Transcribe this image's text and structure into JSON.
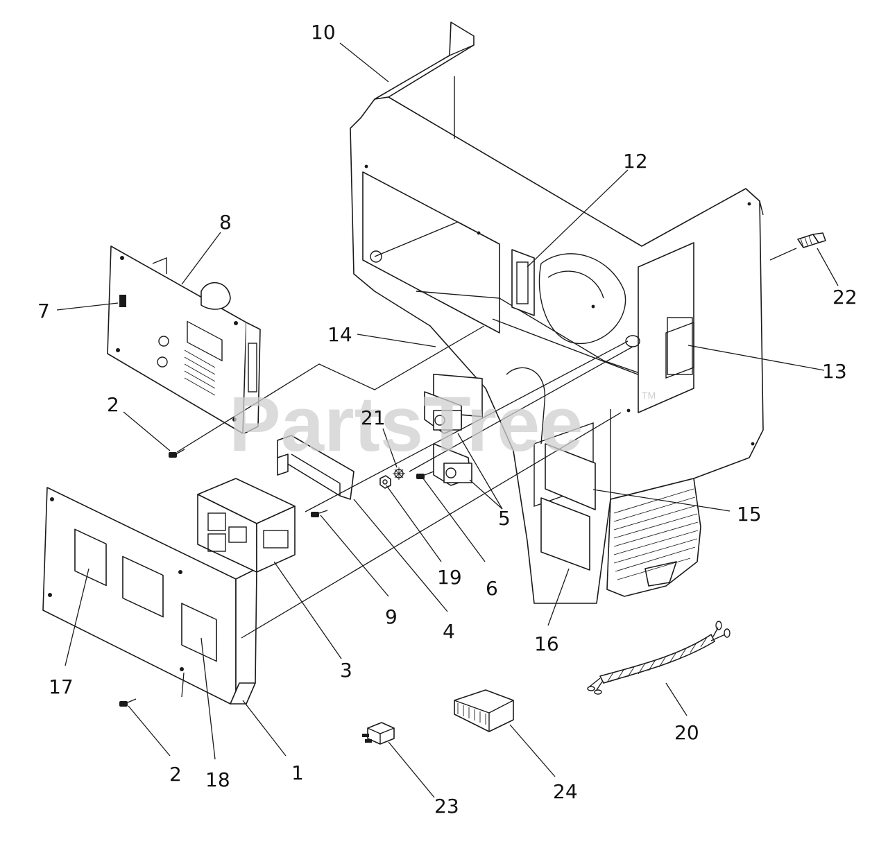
{
  "watermark": {
    "text": "PartsTree",
    "trademark": "TM"
  },
  "callouts": [
    {
      "id": "c10",
      "label": "10"
    },
    {
      "id": "c12",
      "label": "12"
    },
    {
      "id": "c8",
      "label": "8"
    },
    {
      "id": "c22",
      "label": "22"
    },
    {
      "id": "c7",
      "label": "7"
    },
    {
      "id": "c14",
      "label": "14"
    },
    {
      "id": "c13",
      "label": "13"
    },
    {
      "id": "c2a",
      "label": "2"
    },
    {
      "id": "c21",
      "label": "21"
    },
    {
      "id": "c15",
      "label": "15"
    },
    {
      "id": "c5",
      "label": "5"
    },
    {
      "id": "c19",
      "label": "19"
    },
    {
      "id": "c6",
      "label": "6"
    },
    {
      "id": "c9",
      "label": "9"
    },
    {
      "id": "c4",
      "label": "4"
    },
    {
      "id": "c16",
      "label": "16"
    },
    {
      "id": "c3",
      "label": "3"
    },
    {
      "id": "c17",
      "label": "17"
    },
    {
      "id": "c20",
      "label": "20"
    },
    {
      "id": "c2b",
      "label": "2"
    },
    {
      "id": "c18",
      "label": "18"
    },
    {
      "id": "c1",
      "label": "1"
    },
    {
      "id": "c23",
      "label": "23"
    },
    {
      "id": "c24",
      "label": "24"
    }
  ]
}
